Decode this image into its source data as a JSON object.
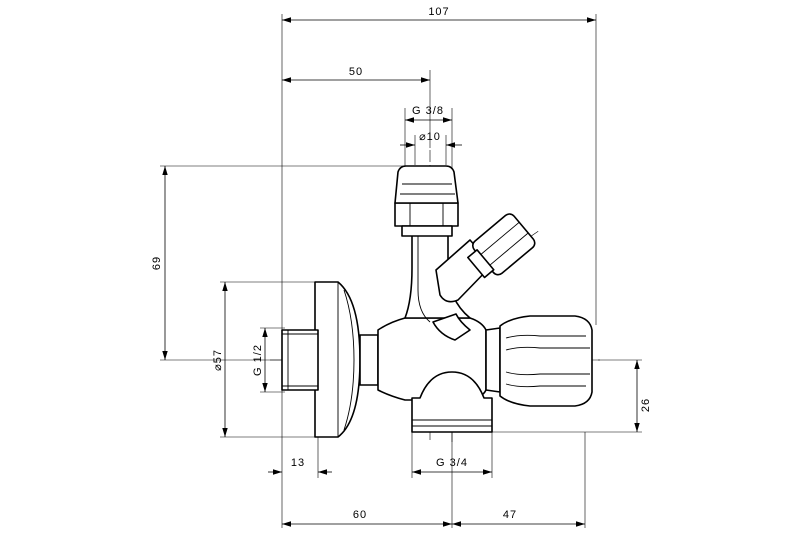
{
  "dimensions": {
    "overall_width": "107",
    "center_offset": "50",
    "outlet_thread": "G 3/8",
    "outlet_bore": "⌀10",
    "height_to_outlet": "69",
    "flange_diameter": "⌀57",
    "inlet_thread": "G 1/2",
    "inlet_length": "13",
    "bottom_thread": "G 3/4",
    "left_length": "60",
    "right_length": "47",
    "handle_offset": "26"
  }
}
